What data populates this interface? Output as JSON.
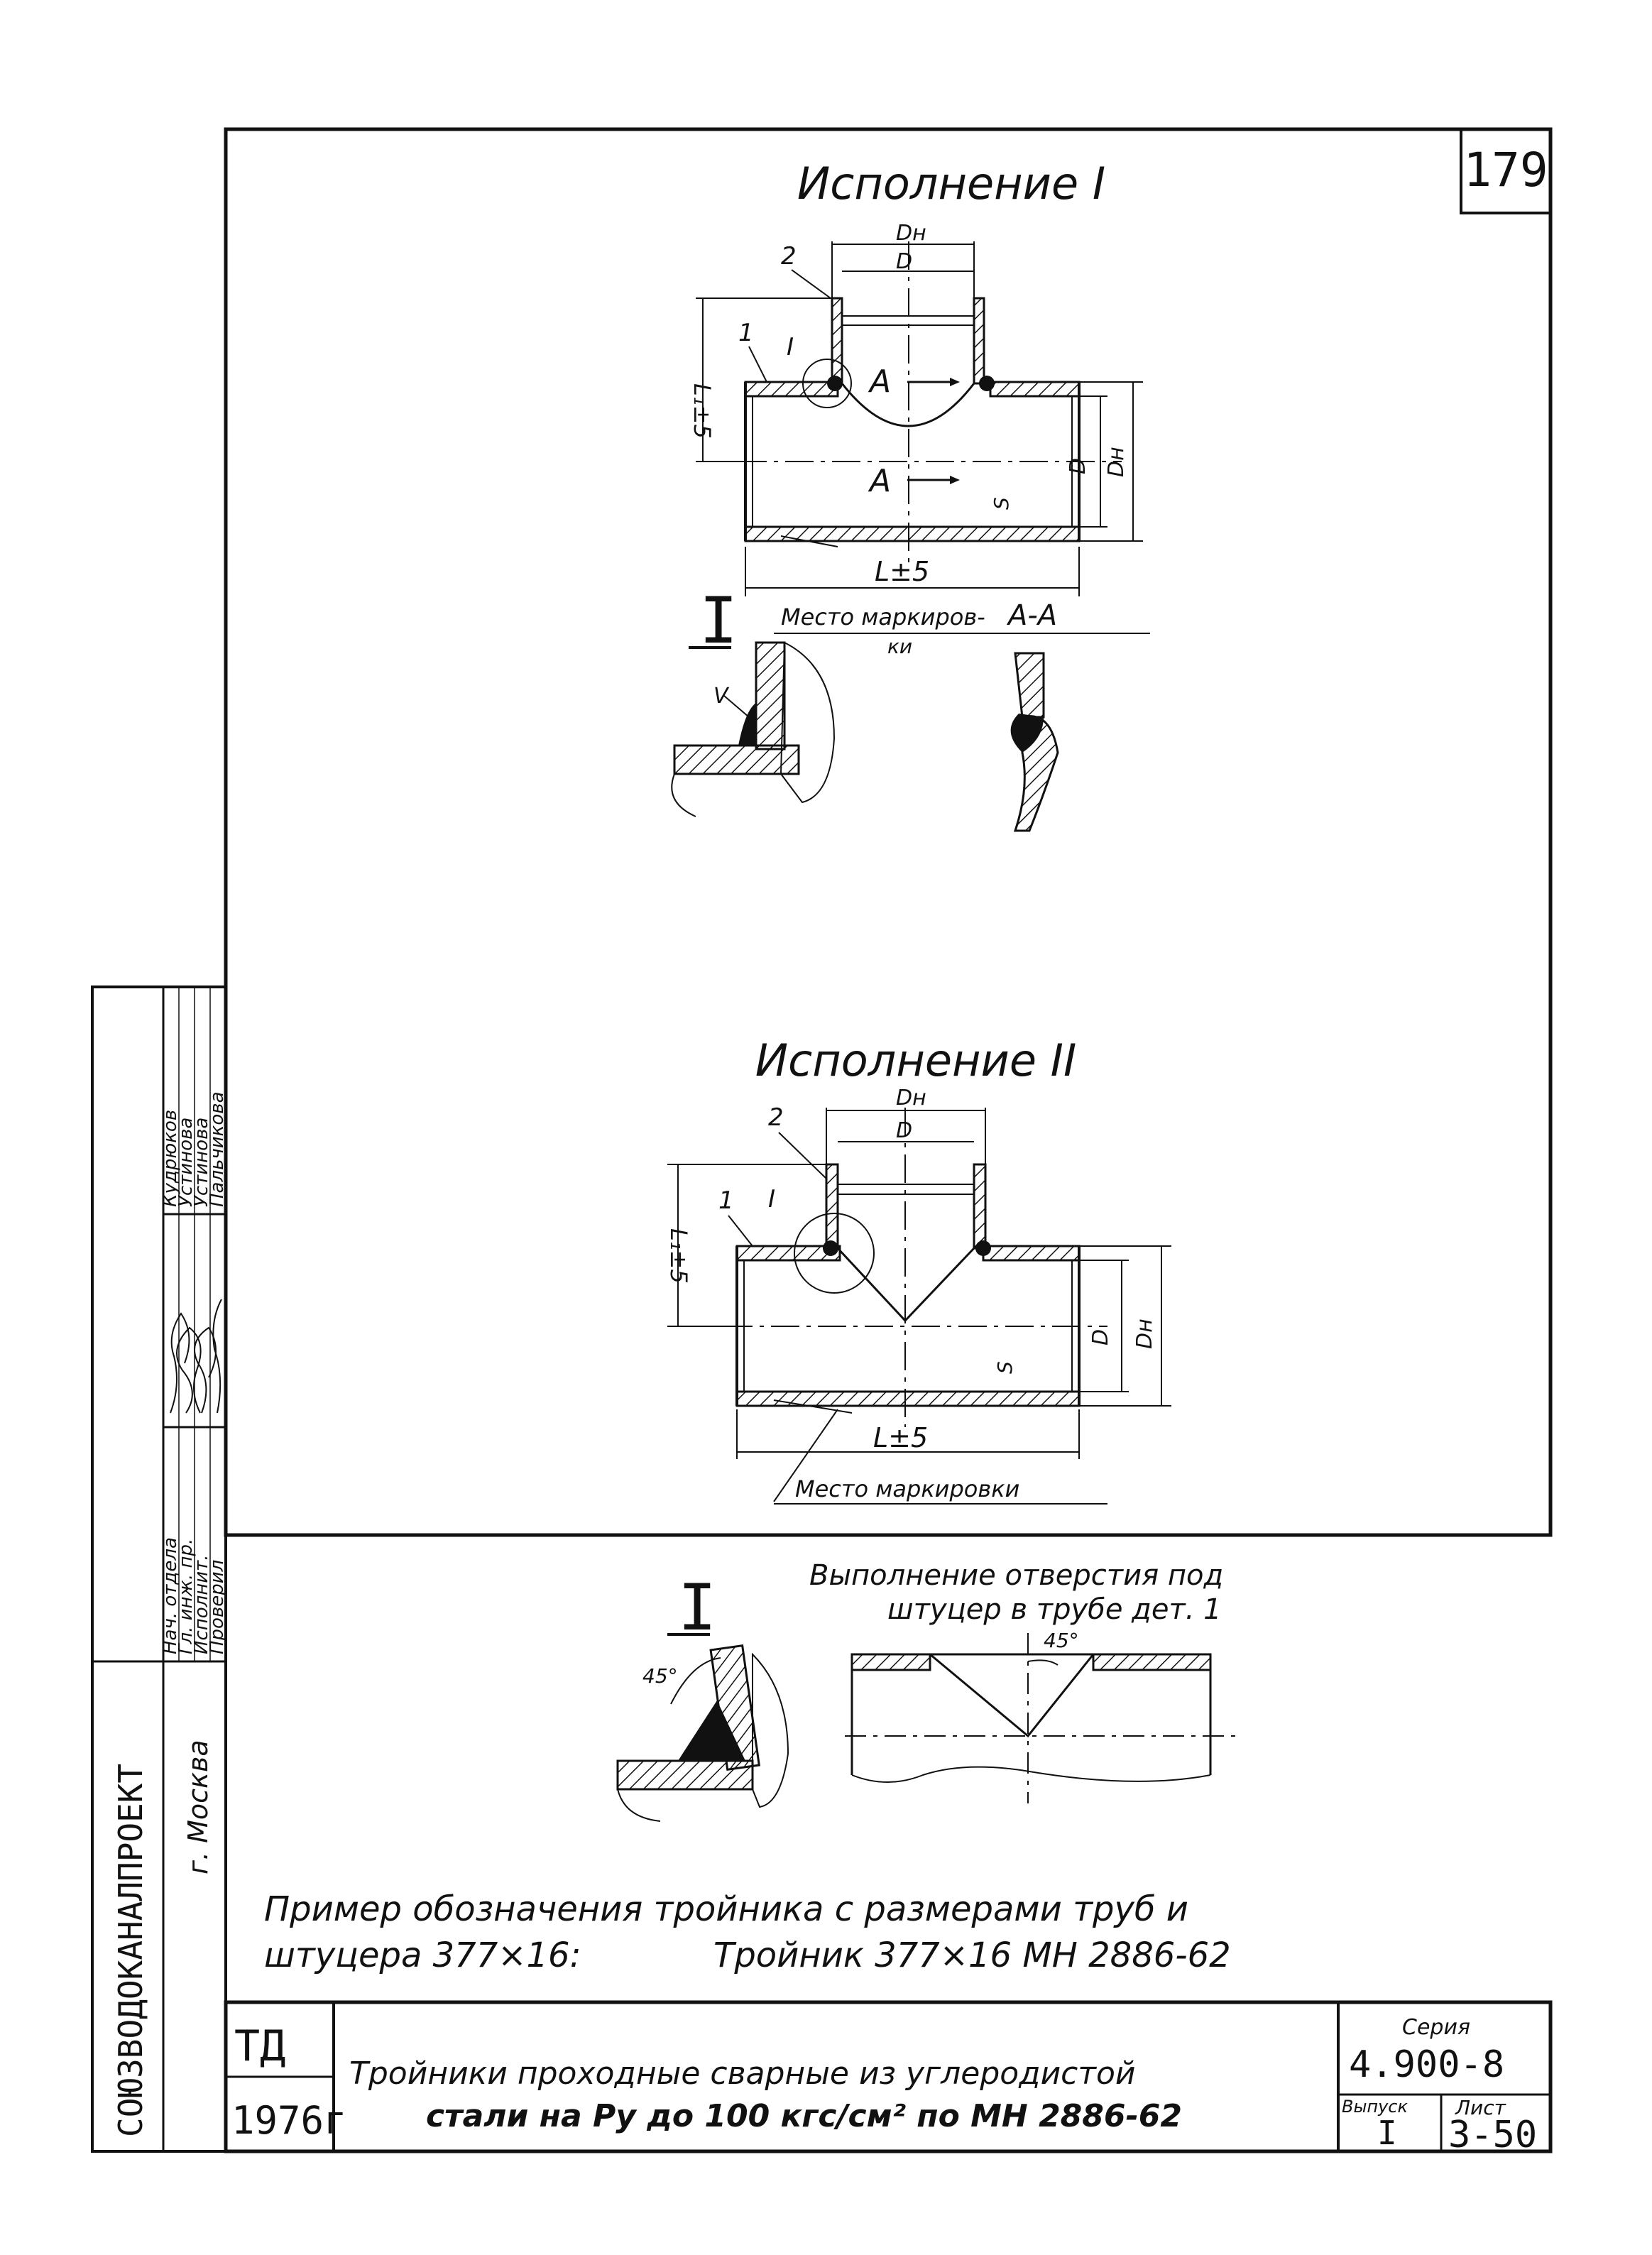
{
  "sheet": {
    "page_number": "179",
    "title_variant_1": "Исполнение I",
    "title_variant_2": "Исполнение II",
    "detail_label": "I",
    "section_label": "А-А",
    "section_letter": "А"
  },
  "dims": {
    "dn": "Dн",
    "d": "D",
    "l1": "L₁±5",
    "l": "L±5",
    "s": "S",
    "angle": "45°",
    "weld_mark": "V",
    "part1": "1",
    "part2": "2"
  },
  "notes": {
    "marking_1a": "Место маркиров-",
    "marking_1b": "ки",
    "marking_2": "Место маркировки",
    "hole_note_line1": "Выполнение отверстия под",
    "hole_note_line2": "штуцер в трубе дет. 1",
    "example_line1": "Пример обозначения тройника с размерами труб и",
    "example_line2a": "штуцера 377×16:",
    "example_line2b": "Тройник 377×16 МН 2886-62"
  },
  "side_block": {
    "org": "СОЮЗВОДОКАНАЛПРОЕКТ",
    "city": "г. Москва",
    "roles": [
      "Нач. отдела",
      "Гл. инж. пр.",
      "Исполнит.",
      "Проверил"
    ],
    "names": [
      "Кудрюков",
      "Устинова",
      "Устинова",
      "Пальчикова"
    ]
  },
  "title_block": {
    "code": "ТД",
    "year": "1976г",
    "title_line1": "Тройники проходные сварные из углеродистой",
    "title_line2": "стали на Ру до 100 кгс/см² по МН 2886-62",
    "series_label": "Серия",
    "series": "4.900-8",
    "issue_label": "Выпуск",
    "issue": "I",
    "sheet_label": "Лист",
    "sheet": "3-50"
  }
}
